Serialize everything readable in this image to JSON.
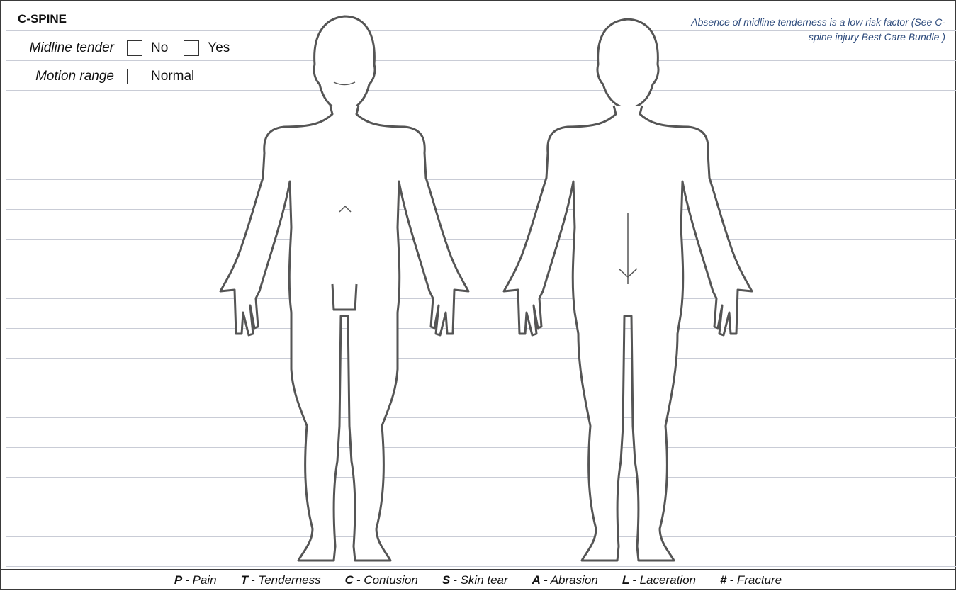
{
  "section_title": "C-SPINE",
  "midline": {
    "label": "Midline tender",
    "options": [
      "No",
      "Yes"
    ]
  },
  "motion": {
    "label": "Motion range",
    "options": [
      "Normal"
    ]
  },
  "note": "Absence of midline tenderness is a low risk factor (See C-spine injury Best Care Bundle )",
  "legend": [
    {
      "code": "P",
      "text": "- Pain"
    },
    {
      "code": "T",
      "text": "- Tenderness"
    },
    {
      "code": "C",
      "text": "- Contusion"
    },
    {
      "code": "S",
      "text": "- Skin tear"
    },
    {
      "code": "A",
      "text": "- Abrasion"
    },
    {
      "code": "L",
      "text": "- Laceration"
    },
    {
      "code": "#",
      "text": "- Fracture"
    }
  ],
  "colors": {
    "note_text": "#2f4c7d",
    "ruled_line": "#c9ccd6",
    "figure_stroke": "#555555"
  }
}
